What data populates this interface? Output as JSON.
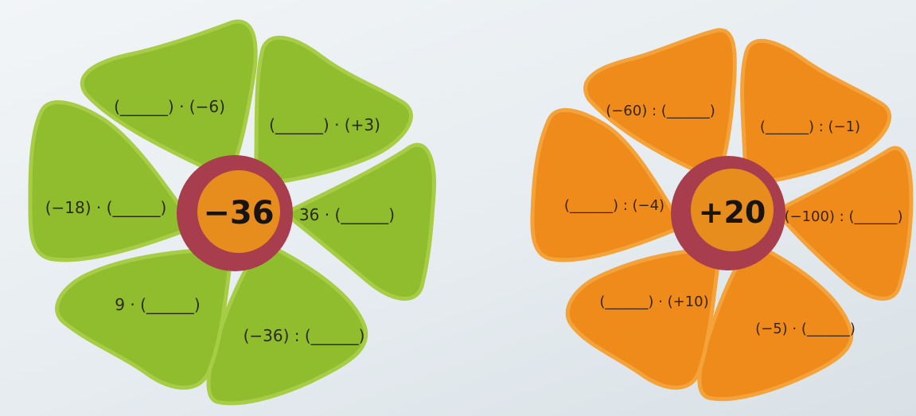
{
  "flower_green": {
    "center_value": "−36",
    "petal_color": "#8fbd2e",
    "petal_edge": "#a6cd45",
    "ring_color": "#a83d4e",
    "disc_color": "#e68d1e",
    "petals": [
      "(______) · (−6)",
      "(______) · (+3)",
      "36 · (______)",
      "(−36) : (______)",
      "9 · (______)",
      "(−18) · (______)"
    ]
  },
  "flower_orange": {
    "center_value": "+20",
    "petal_color": "#ee8b1b",
    "petal_edge": "#f4a33a",
    "ring_color": "#a83d4e",
    "disc_color": "#e68d1e",
    "petals": [
      "(−60) : (______)",
      "(______) : (−1)",
      "(−100) : (______)",
      "(−5) · (______)",
      "(______) · (+10)",
      "(______) : (−4)"
    ]
  }
}
